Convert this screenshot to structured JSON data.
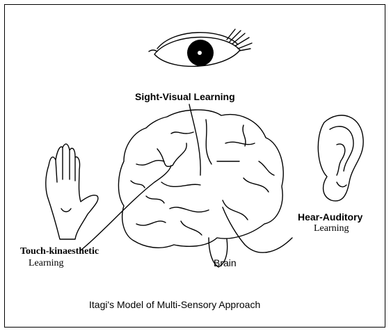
{
  "labels": {
    "sight": "Sight-Visual Learning",
    "hear_line1": "Hear-Auditory",
    "hear_line2": "Learning",
    "touch_line1": "Touch-kinaesthetic",
    "touch_line2": "Learning",
    "brain": "Brain"
  },
  "caption": "Itagi's Model of Multi-Sensory Approach",
  "colors": {
    "ink": "#000000",
    "background": "#ffffff"
  }
}
